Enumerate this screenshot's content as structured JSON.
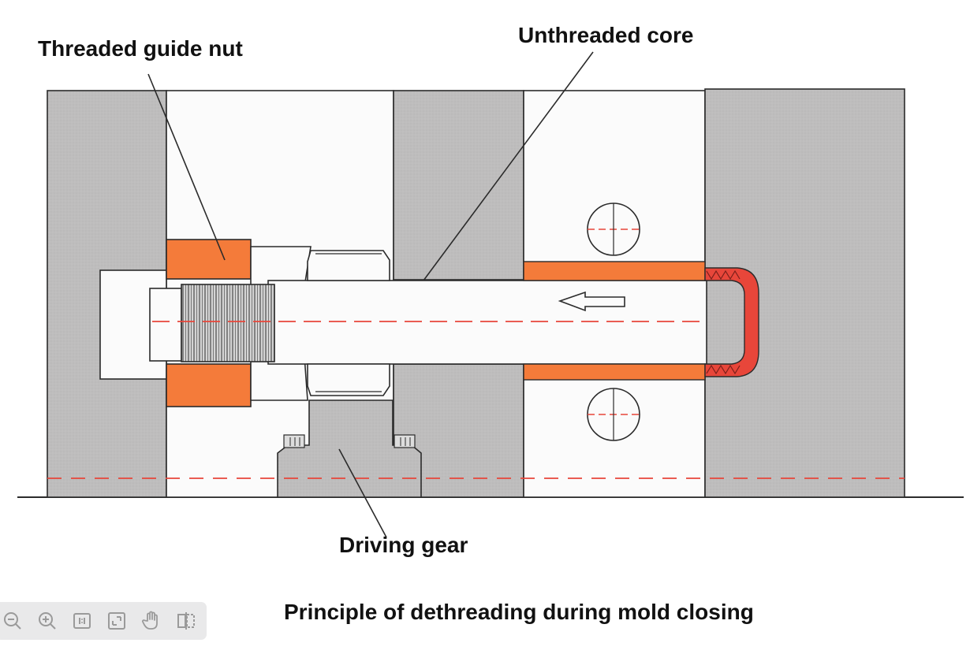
{
  "diagram": {
    "labels": {
      "threaded_guide_nut": "Threaded guide nut",
      "unthreaded_core": "Unthreaded core",
      "driving_gear": "Driving gear"
    },
    "caption": "Principle of dethreading during mold closing"
  },
  "colors": {
    "mold_gray": "#bdbcbc",
    "part_orange": "#f47b3a",
    "thread_red": "#e8463a",
    "centerline_red": "#e8463a",
    "line": "#2b2b2b",
    "toolbar_bg": "#e9e9ea",
    "toolbar_icon": "#9a9a9a"
  },
  "toolbar": {
    "buttons": [
      "zoom-out-icon",
      "zoom-in-icon",
      "actual-size-icon",
      "fit-window-icon",
      "pan-hand-icon",
      "compare-icon"
    ]
  }
}
